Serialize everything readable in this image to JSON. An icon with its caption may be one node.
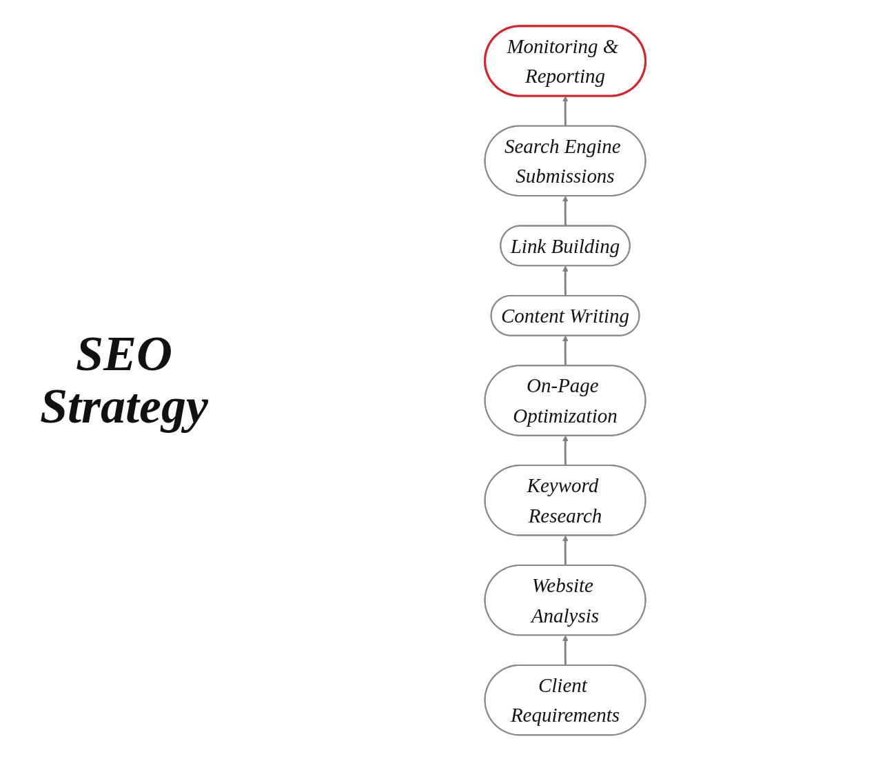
{
  "diagram": {
    "title": "SEO Strategy",
    "nodes": [
      {
        "text": [
          "Client Requirements"
        ]
      },
      {
        "text": [
          "Website Analysis"
        ]
      },
      {
        "text": [
          "Keyword Research"
        ]
      },
      {
        "text": [
          "On-Page Optimization"
        ]
      },
      {
        "text": [
          "Content Writing"
        ]
      },
      {
        "text": [
          "Link Building"
        ]
      },
      {
        "text": [
          "Search Engine Submissions"
        ]
      },
      {
        "text": [
          "Monitoring & Reporting"
        ]
      }
    ],
    "edges": [
      {
        "from": 0,
        "to": 1,
        "arrow": "to"
      },
      {
        "from": 1,
        "to": 2,
        "arrow": "to"
      },
      {
        "from": 2,
        "to": 3,
        "arrow": "to"
      },
      {
        "from": 3,
        "to": 4,
        "arrow": "to"
      },
      {
        "from": 4,
        "to": 5,
        "arrow": "to"
      },
      {
        "from": 5,
        "to": 6,
        "arrow": "to"
      },
      {
        "from": 6,
        "to": 7,
        "arrow": "to"
      }
    ]
  }
}
